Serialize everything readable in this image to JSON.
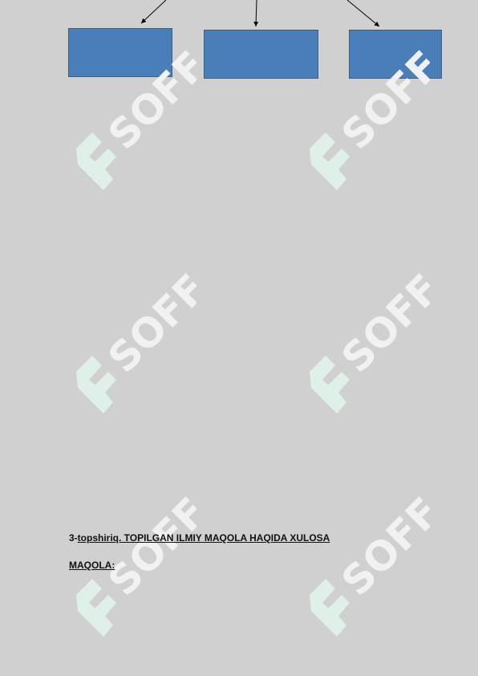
{
  "document": {
    "task_number": "3-",
    "task_title": "topshiriq. TOPILGAN ILMIY MAQOLA HAQIDA XULOSA",
    "article_label": "MAQOLA:"
  },
  "watermark": {
    "text": "SOFF",
    "logo_icon": "soff-logo-icon"
  },
  "colors": {
    "page_background": "#d0d0d0",
    "box_fill": "#4a7eb8",
    "box_border": "#3a5f86",
    "watermark_logo": "#dff0e8",
    "watermark_text": "#f1f1f1"
  }
}
